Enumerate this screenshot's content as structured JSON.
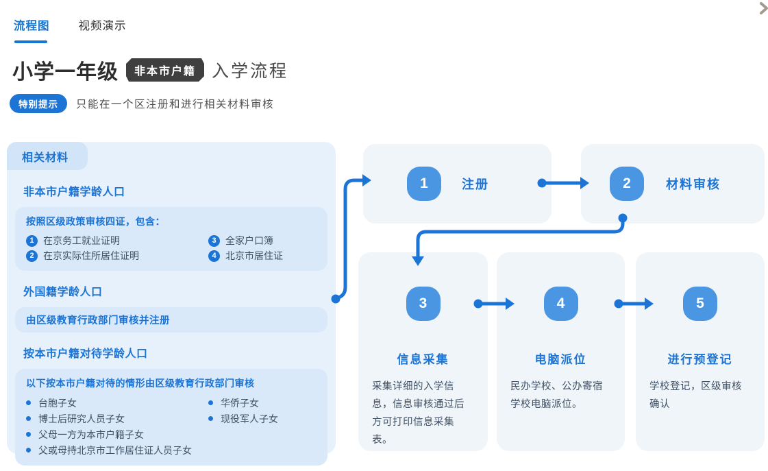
{
  "tabs": {
    "flow": "流程图",
    "video": "视频演示"
  },
  "header": {
    "title_main": "小学一年级",
    "title_badge": "非本市户籍",
    "title_suffix": "入学流程",
    "tip_badge": "特别提示",
    "tip_text": "只能在一个区注册和进行相关材料审核"
  },
  "materials": {
    "tab_label": "相关材料",
    "s1_heading": "非本市户籍学龄人口",
    "s1_intro": "按照区级政策审核四证，包含：",
    "s1_items": [
      {
        "num": "1",
        "text": "在京务工就业证明"
      },
      {
        "num": "2",
        "text": "在京实际住所居住证明"
      },
      {
        "num": "3",
        "text": "全家户口簿"
      },
      {
        "num": "4",
        "text": "北京市居住证"
      }
    ],
    "s2_heading": "外国籍学龄人口",
    "s2_text": "由区级教育行政部门审核并注册",
    "s3_heading": "按本市户籍对待学龄人口",
    "s3_intro": "以下按本市户籍对待的情形由区级教育行政部门审核",
    "s3_bullets": [
      "台胞子女",
      "华侨子女",
      "博士后研究人员子女",
      "现役军人子女",
      "父母一方为本市户籍子女",
      "父或母持北京市工作居住证人员子女"
    ]
  },
  "flow": {
    "steps": [
      {
        "num": "1",
        "label": "注册"
      },
      {
        "num": "2",
        "label": "材料审核"
      },
      {
        "num": "3",
        "label": "信息采集",
        "desc": "采集详细的入学信息，信息审核通过后方可打印信息采集表。"
      },
      {
        "num": "4",
        "label": "电脑派位",
        "desc": "民办学校、公办寄宿学校电脑派位。"
      },
      {
        "num": "5",
        "label": "进行预登记",
        "desc": "学校登记，区级审核确认"
      }
    ]
  },
  "colors": {
    "accent_blue": "#1c74d4",
    "step_badge_blue": "#4b96e2",
    "panel_bg": "#e7f1fc",
    "panel_tab_bg": "#d2e4f8",
    "panel_box_bg": "#d9e9fa",
    "flow_card_bg": "#f0f5f9",
    "title_badge_bg": "#3f3f3f"
  }
}
